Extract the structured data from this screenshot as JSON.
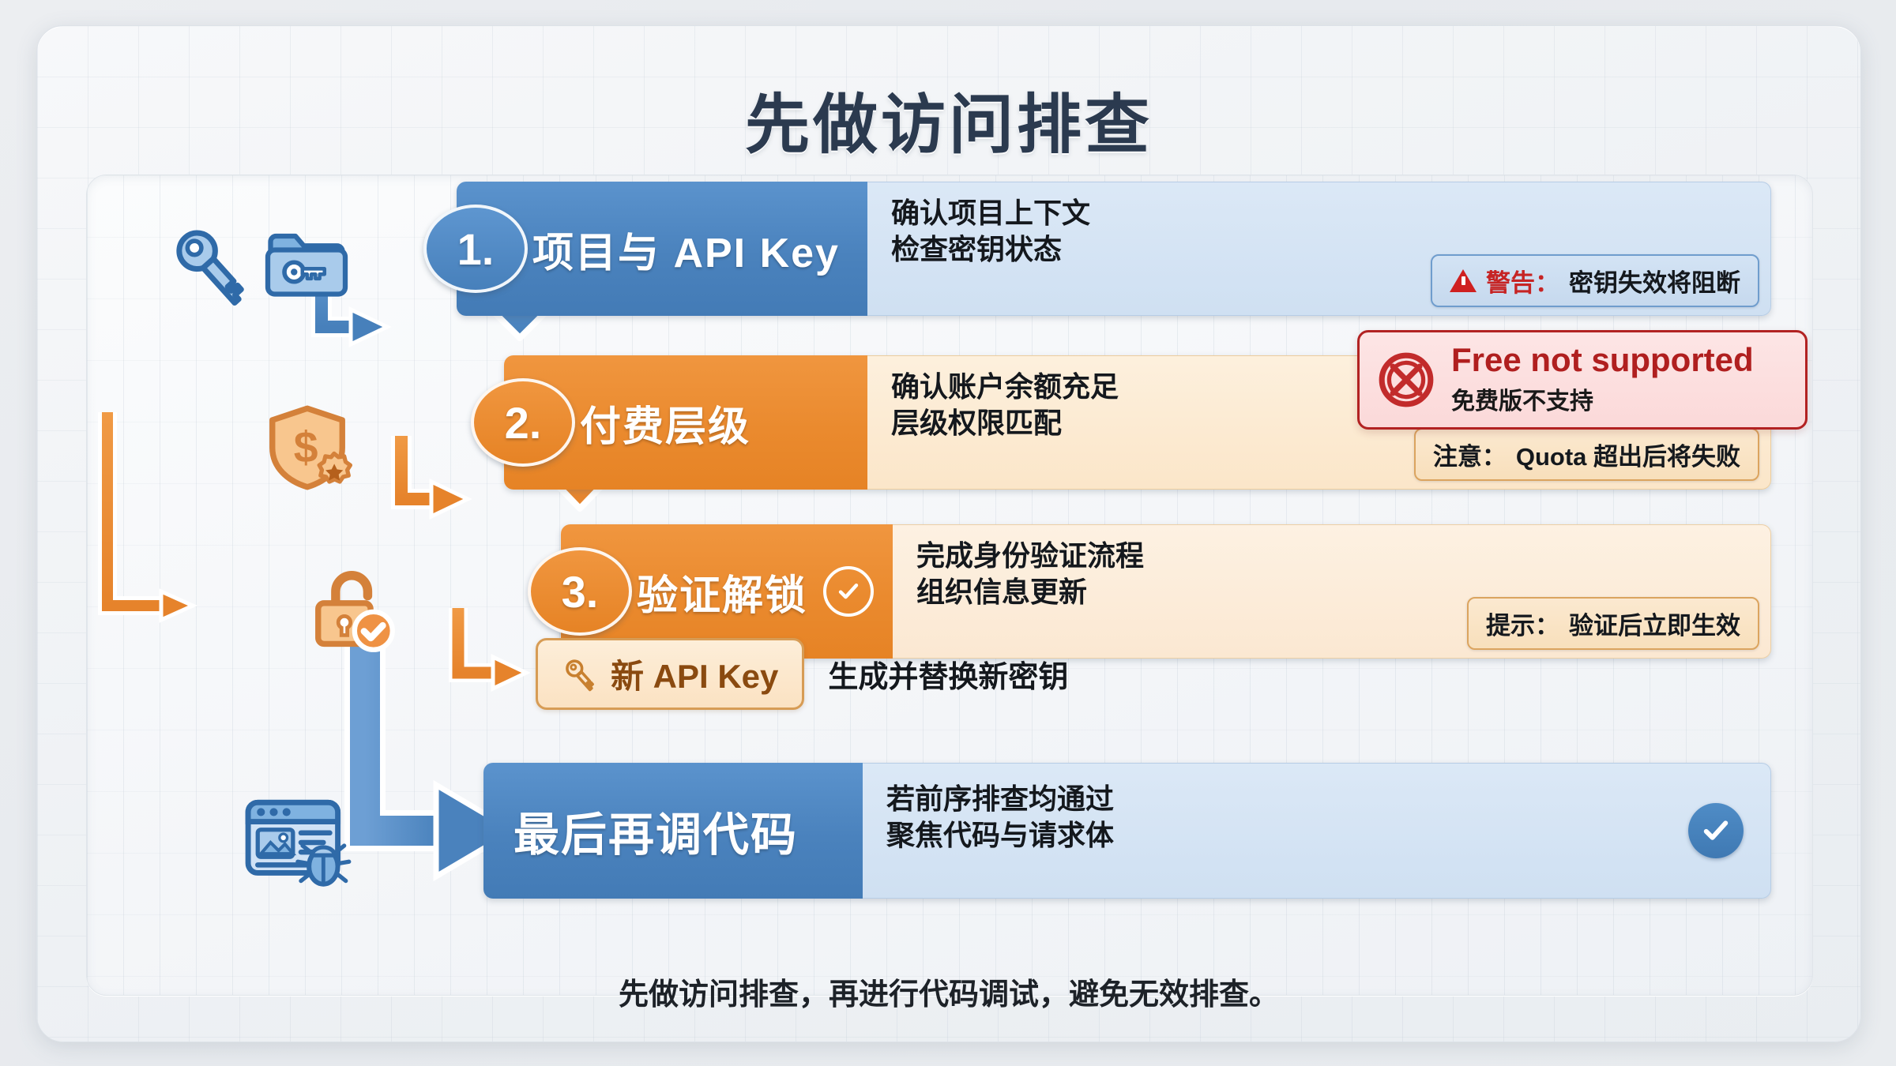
{
  "title": "先做访问排查",
  "footer": "先做访问排查，再进行代码调试，避免无效排查。",
  "steps": [
    {
      "number": "1.",
      "heading": "项目与 API Key",
      "desc1": "确认项目上下文",
      "desc2": "检查密钥状态",
      "tag_prefix": "警告：",
      "tag_text": "密钥失效将阻断",
      "tag_icon": "warning-triangle-icon",
      "color": "#4a82bd",
      "icons": [
        "key-icon",
        "folder-key-icon"
      ]
    },
    {
      "number": "2.",
      "heading": "付费层级",
      "desc1": "确认账户余额充足",
      "desc2": "层级权限匹配",
      "tag_prefix": "注意：",
      "tag_text": "Quota 超出后将失败",
      "color": "#ea8a2e",
      "icons": [
        "shield-dollar-icon"
      ]
    },
    {
      "number": "3.",
      "heading": "验证解锁",
      "desc1": "完成身份验证流程",
      "desc2": "组织信息更新",
      "tag_prefix": "提示：",
      "tag_text": "验证后立即生效",
      "color": "#ea8a2e",
      "icons": [
        "unlock-check-icon"
      ],
      "head_icon": "check-circle-icon"
    }
  ],
  "callout": {
    "title": "Free not supported",
    "subtitle": "免费版不支持",
    "icon": "no-entry-circle-icon",
    "border_color": "#b22222",
    "title_color": "#b01f1f"
  },
  "api_key_chip": {
    "icon": "key-icon",
    "label": "新 API Key",
    "note": "生成并替换新密钥",
    "color": "#8a4a10"
  },
  "final": {
    "heading": "最后再调代码",
    "desc1": "若前序排查均通过",
    "desc2": "聚焦代码与请求体",
    "check_icon": "check-circle-filled-icon",
    "icons": [
      "browser-bug-icon"
    ],
    "color": "#4a82bd"
  },
  "theme": {
    "blue": "#4a82bd",
    "blue_light": "#cfe0f2",
    "orange": "#ea8a2e",
    "orange_light": "#fbe6c9",
    "red": "#b22222",
    "title_color": "#2b3a4f"
  }
}
